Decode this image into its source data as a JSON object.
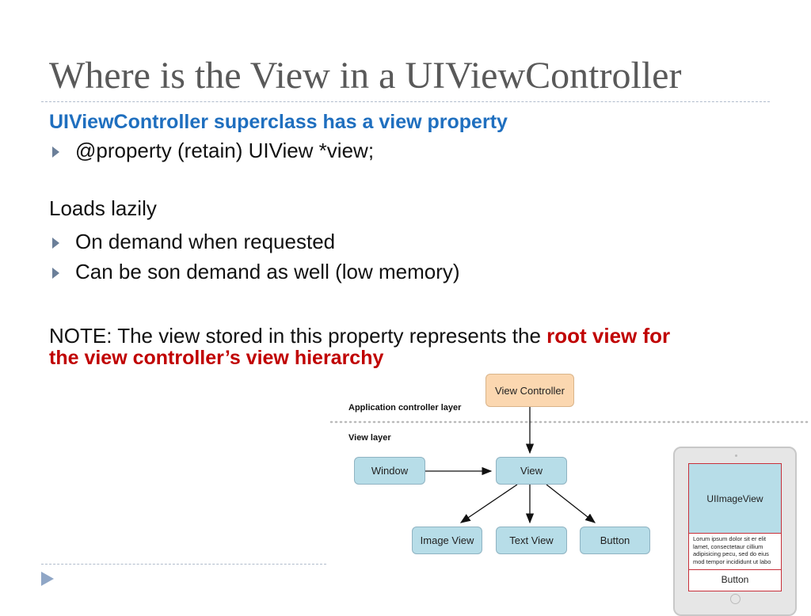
{
  "title": "Where is the View in a UIViewController",
  "subheading": "UIViewController superclass has a view property",
  "bullet1": "@property (retain) UIView *view;",
  "loads": "Loads lazily",
  "bullets2": [
    "On demand when requested",
    "Can be son demand as well (low memory)"
  ],
  "note": {
    "prefix": "NOTE: The view stored in this property represents the ",
    "emphasis1": "root view for",
    "emphasis2": "the view controller’s view hierarchy"
  },
  "diagram": {
    "view_controller": "View Controller",
    "app_layer": "Application controller layer",
    "view_layer": "View layer",
    "window": "Window",
    "view": "View",
    "children": [
      "Image View",
      "Text View",
      "Button"
    ]
  },
  "device": {
    "image_view": "UIImageView",
    "text": "Lorum ipsum dolor sit er elit lamet, consectetaur cillium adipisicing pecu, sed do eius mod tempor incididunt ut labo",
    "button": "Button"
  }
}
